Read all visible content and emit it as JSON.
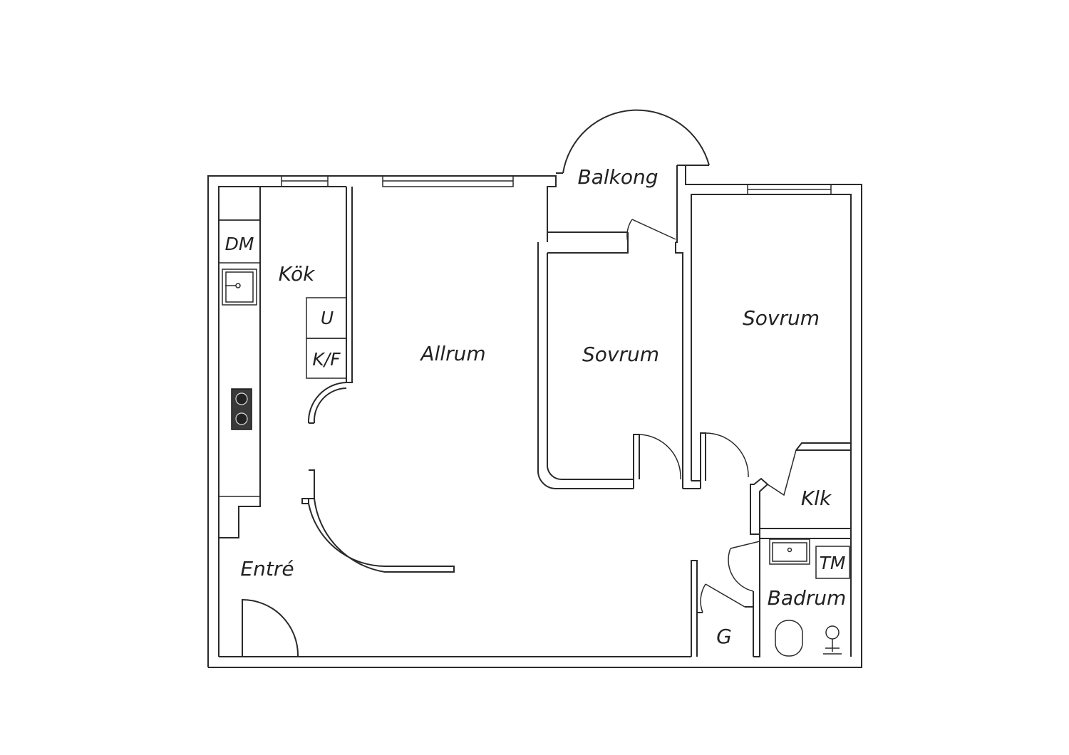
{
  "rooms": {
    "balkong": "Balkong",
    "kok": "Kök",
    "allrum": "Allrum",
    "sovrum_1": "Sovrum",
    "sovrum_2": "Sovrum",
    "klk": "Klk",
    "entre": "Entré",
    "badrum": "Badrum",
    "g": "G"
  },
  "fixtures": {
    "dm": "DM",
    "u": "U",
    "kf": "K/F",
    "tm": "TM"
  }
}
